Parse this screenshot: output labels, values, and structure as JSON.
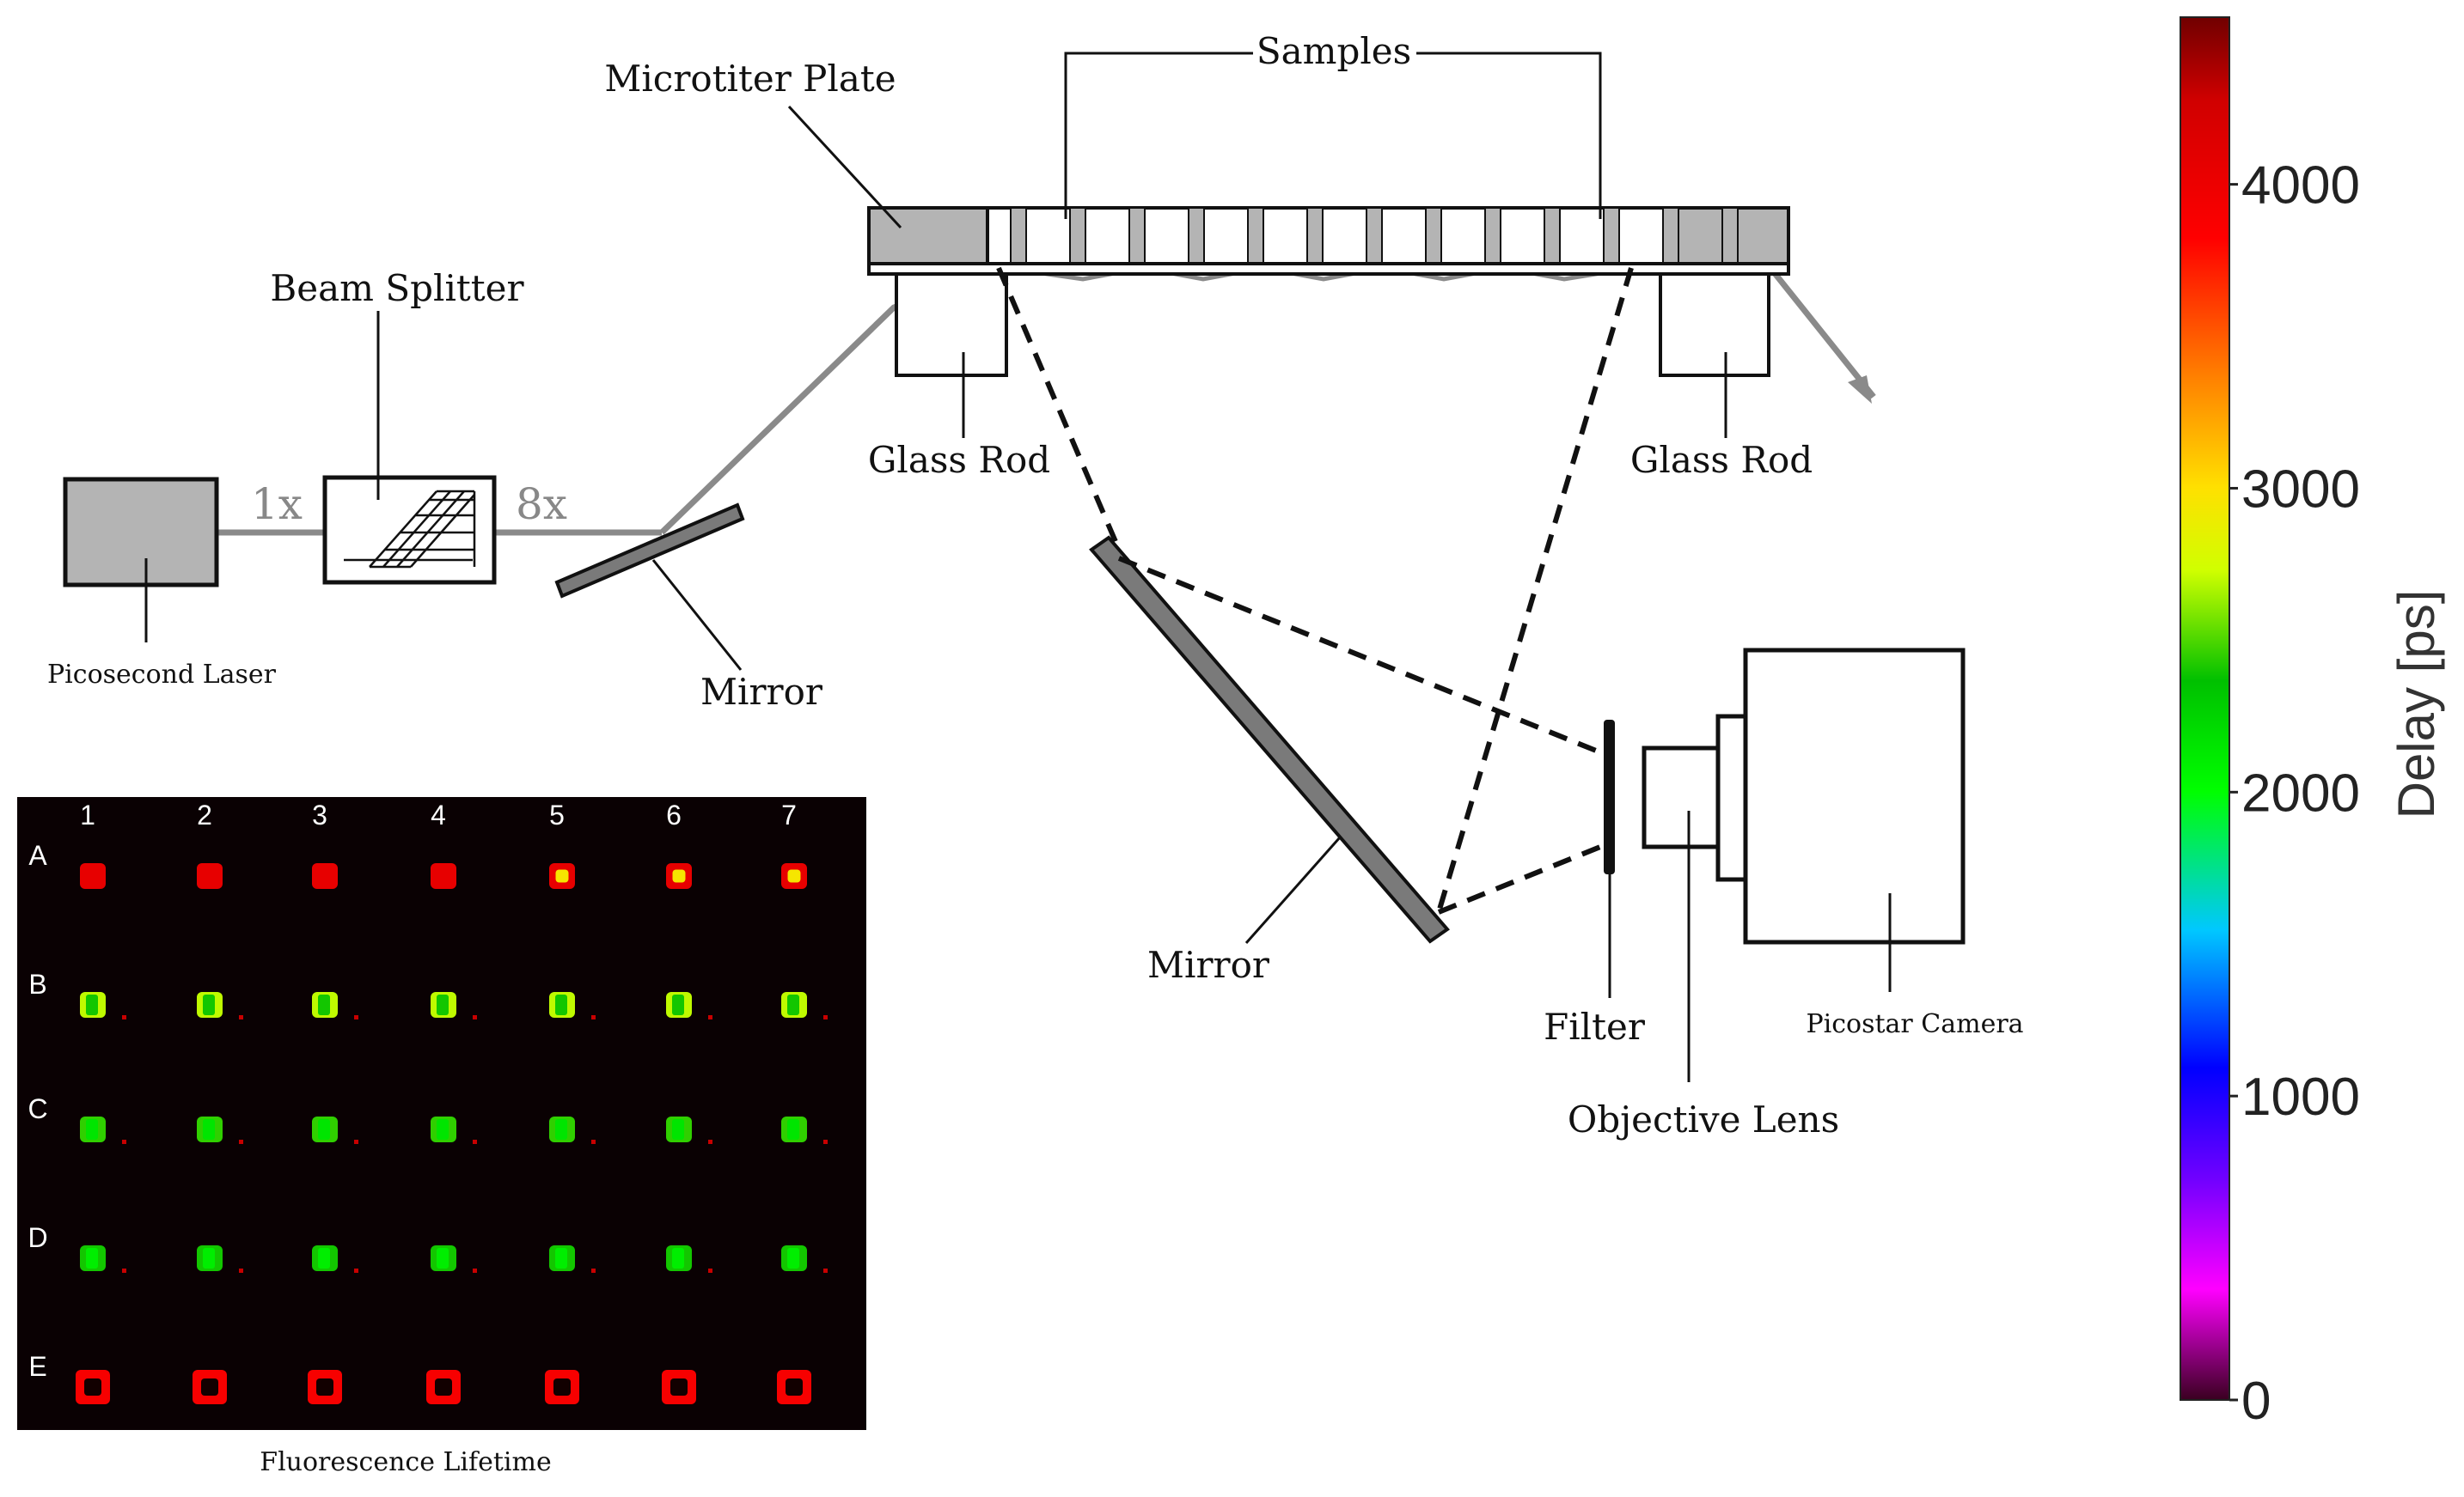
{
  "diagram": {
    "labels": {
      "microtiter_plate": "Microtiter Plate",
      "samples": "Samples",
      "beam_splitter": "Beam Splitter",
      "glass_rod_left": "Glass Rod",
      "glass_rod_right": "Glass Rod",
      "mag_1x": "1x",
      "mag_8x": "8x",
      "picosecond_laser": "Picosecond Laser",
      "mirror_small": "Mirror",
      "mirror_large": "Mirror",
      "filter": "Filter",
      "objective_lens": "Objective Lens",
      "picostar_camera": "Picostar Camera"
    },
    "colors": {
      "component_fill": "#b4b4b4",
      "beam": "#8a8a8a",
      "line": "#111111"
    }
  },
  "lifetime_image": {
    "caption": "Fluorescence Lifetime",
    "columns": [
      "1",
      "2",
      "3",
      "4",
      "5",
      "6",
      "7"
    ],
    "rows": [
      "A",
      "B",
      "C",
      "D",
      "E"
    ],
    "background": "#0a0103",
    "row_delay_ps": [
      4050,
      2700,
      2450,
      2400,
      3900
    ]
  },
  "colorbar": {
    "title": "Delay [ps]",
    "ticks": [
      "0",
      "1000",
      "2000",
      "3000",
      "4000"
    ],
    "tick_values": [
      0,
      1000,
      2000,
      3000,
      4000
    ],
    "range": [
      0,
      4550
    ],
    "stops": [
      "#3a0020",
      "#ff00ff",
      "#7000ff",
      "#0000ff",
      "#00c8ff",
      "#00ff00",
      "#00c000",
      "#d0ff00",
      "#ffe000",
      "#ff8000",
      "#ff0000",
      "#d00000",
      "#700000"
    ]
  }
}
